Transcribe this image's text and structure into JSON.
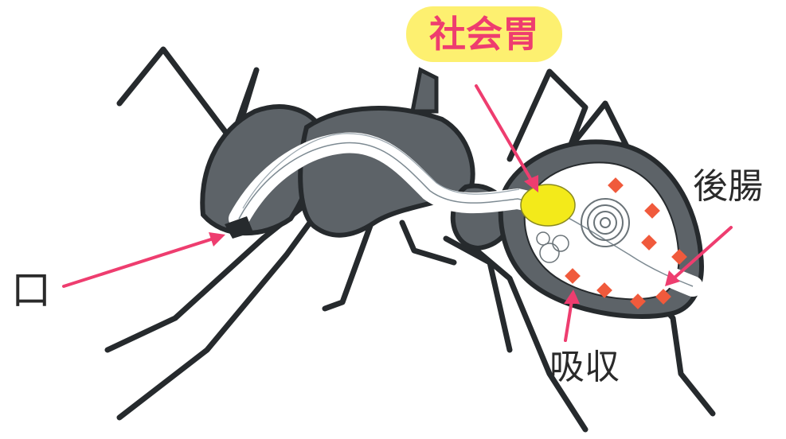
{
  "labels": {
    "social_stomach": "社会胃",
    "mouth": "口",
    "hindgut": "後腸",
    "absorption": "吸収"
  },
  "colors": {
    "body_fill": "#5d6368",
    "outline": "#262a2d",
    "gut_fill": "#ffffff",
    "crop": "#f3ea1a",
    "arrow": "#ee3d6f",
    "absorption_spots": "#f05a3c",
    "label_bg": "#fdf070",
    "label_text": "#ee3d6f"
  }
}
